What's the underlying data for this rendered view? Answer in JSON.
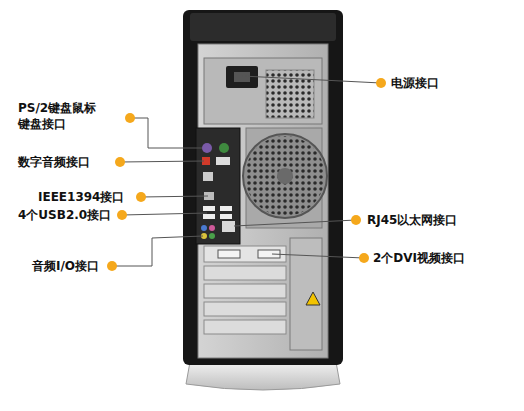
{
  "diagram": {
    "labels": [
      "电源接口",
      "PS/2键盘鼠标 键盘接口",
      "数字音频接口",
      "IEEE1394接口",
      "4个USB2.0接口",
      "RJ45以太网接口",
      "音频I/O接口",
      "2个DVI视频接口"
    ]
  }
}
